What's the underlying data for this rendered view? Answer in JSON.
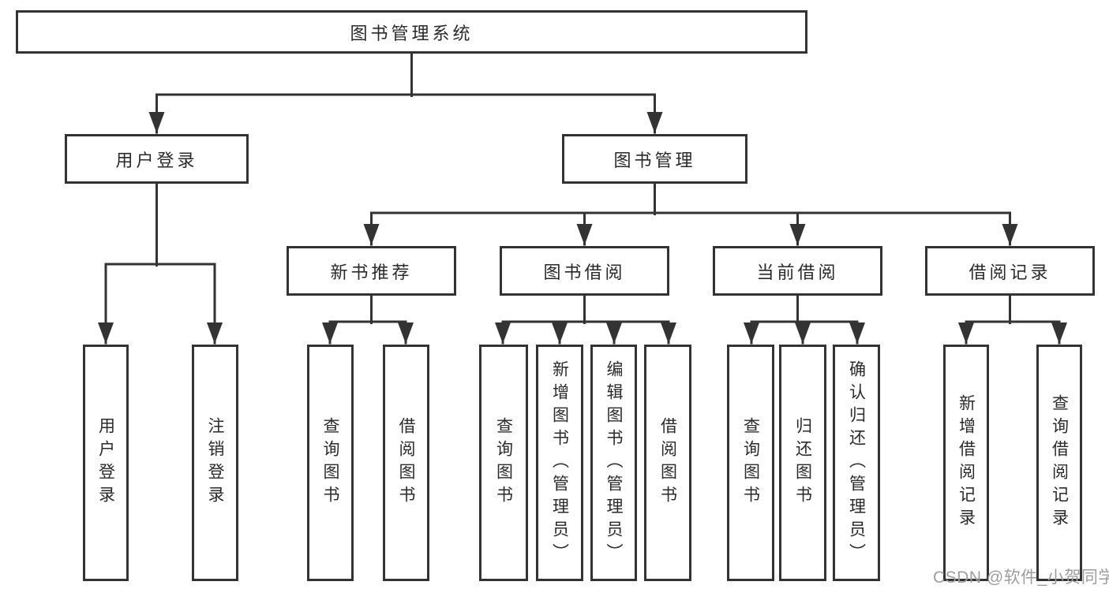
{
  "tree": {
    "root": "图书管理系统",
    "branches": [
      {
        "label": "用户登录",
        "leaves": [
          "用户登录",
          "注销登录"
        ]
      },
      {
        "label": "图书管理",
        "groups": [
          {
            "label": "新书推荐",
            "leaves": [
              "查询图书",
              "借阅图书"
            ]
          },
          {
            "label": "图书借阅",
            "leaves": [
              "查询图书",
              "新增图书（管理员）",
              "编辑图书（管理员）",
              "借阅图书"
            ]
          },
          {
            "label": "当前借阅",
            "leaves": [
              "查询图书",
              "归还图书",
              "确认归还（管理员）"
            ]
          },
          {
            "label": "借阅记录",
            "leaves": [
              "新增借阅记录",
              "查询借阅记录"
            ]
          }
        ]
      }
    ]
  },
  "watermark": "CSDN @软件_小贺同学",
  "colors": {
    "line": "#333333",
    "text": "#2a2a2a",
    "watermark": "#9e9e9e",
    "background": "#ffffff"
  }
}
